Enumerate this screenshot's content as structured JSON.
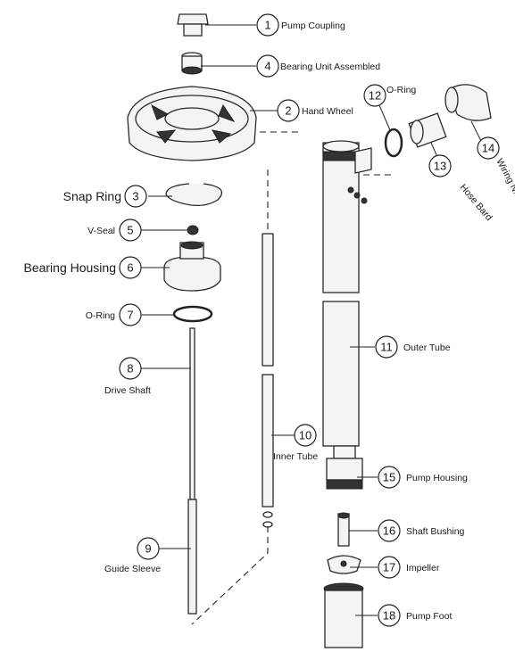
{
  "callouts": [
    {
      "number": "1",
      "label": "Pump Coupling"
    },
    {
      "number": "4",
      "label": "Bearing Unit Assembled"
    },
    {
      "number": "2",
      "label": "Hand Wheel"
    },
    {
      "number": "12",
      "label": "O-Ring"
    },
    {
      "number": "14",
      "label": "Wiring N..."
    },
    {
      "number": "13",
      "label": "Hose Bard"
    },
    {
      "number": "3",
      "label": "Snap Ring"
    },
    {
      "number": "5",
      "label": "V-Seal"
    },
    {
      "number": "6",
      "label": "Bearing Housing"
    },
    {
      "number": "7",
      "label": "O-Ring"
    },
    {
      "number": "8",
      "label": "Drive Shaft"
    },
    {
      "number": "11",
      "label": "Outer Tube"
    },
    {
      "number": "10",
      "label": "Inner Tube"
    },
    {
      "number": "15",
      "label": "Pump Housing"
    },
    {
      "number": "16",
      "label": "Shaft Bushing"
    },
    {
      "number": "17",
      "label": "Impeller"
    },
    {
      "number": "9",
      "label": "Guide Sleeve"
    },
    {
      "number": "18",
      "label": "Pump Foot"
    }
  ]
}
